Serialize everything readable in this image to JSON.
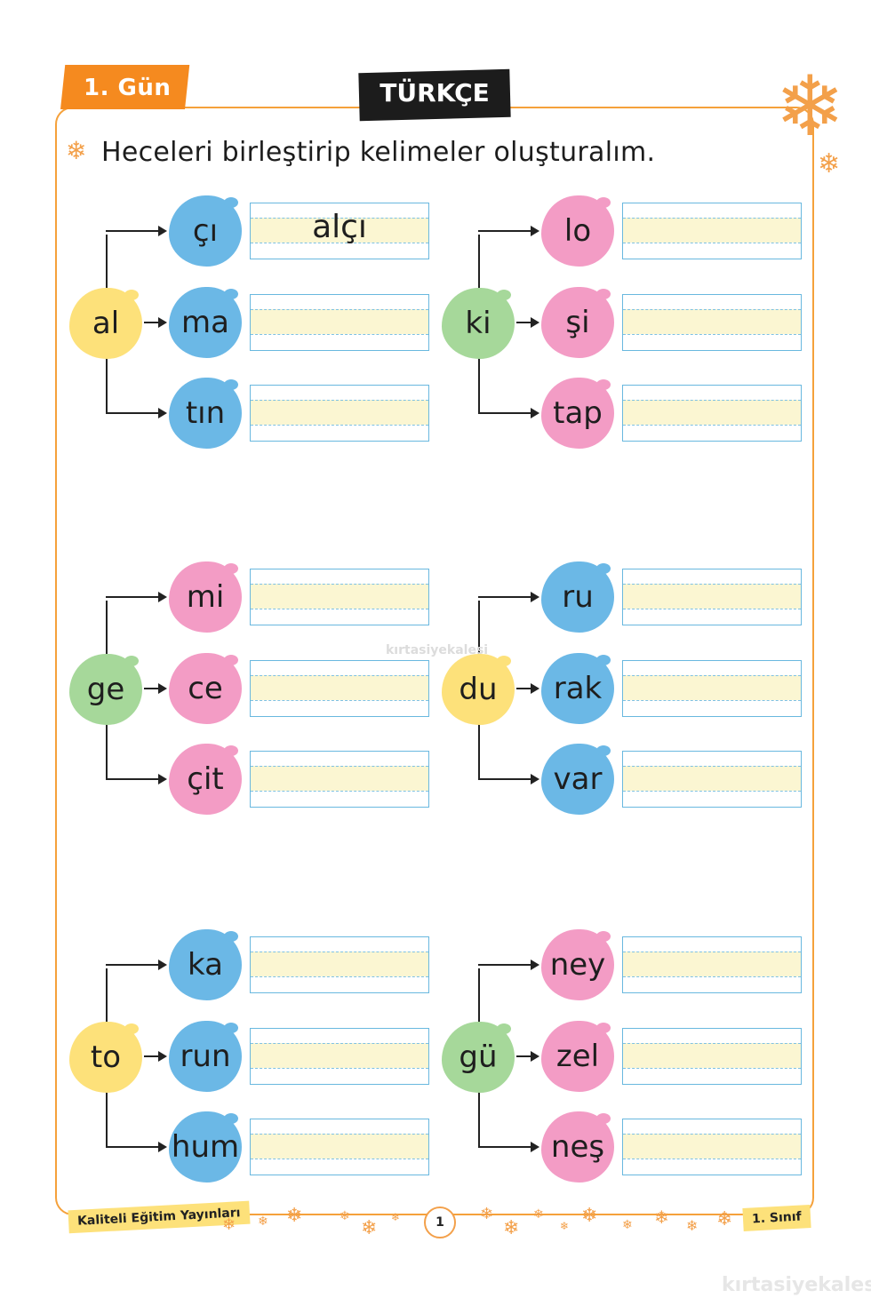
{
  "header": {
    "day_label": "1. Gün",
    "subject": "TÜRKÇE"
  },
  "instruction": "Heceleri birleştirip kelimeler oluşturalım.",
  "groups": [
    {
      "main": "al",
      "main_color": "yellow",
      "items": [
        {
          "syllable": "çı",
          "color": "blue",
          "answer": "alçı"
        },
        {
          "syllable": "ma",
          "color": "blue",
          "answer": ""
        },
        {
          "syllable": "tın",
          "color": "blue",
          "answer": ""
        }
      ]
    },
    {
      "main": "ki",
      "main_color": "green",
      "items": [
        {
          "syllable": "lo",
          "color": "pink",
          "answer": ""
        },
        {
          "syllable": "şi",
          "color": "pink",
          "answer": ""
        },
        {
          "syllable": "tap",
          "color": "pink",
          "answer": ""
        }
      ]
    },
    {
      "main": "ge",
      "main_color": "green",
      "items": [
        {
          "syllable": "mi",
          "color": "pink",
          "answer": ""
        },
        {
          "syllable": "ce",
          "color": "pink",
          "answer": ""
        },
        {
          "syllable": "çit",
          "color": "pink",
          "answer": ""
        }
      ]
    },
    {
      "main": "du",
      "main_color": "yellow",
      "items": [
        {
          "syllable": "ru",
          "color": "blue",
          "answer": ""
        },
        {
          "syllable": "rak",
          "color": "blue",
          "answer": ""
        },
        {
          "syllable": "var",
          "color": "blue",
          "answer": ""
        }
      ]
    },
    {
      "main": "to",
      "main_color": "yellow",
      "items": [
        {
          "syllable": "ka",
          "color": "blue",
          "answer": ""
        },
        {
          "syllable": "run",
          "color": "blue",
          "answer": ""
        },
        {
          "syllable": "hum",
          "color": "blue",
          "answer": ""
        }
      ]
    },
    {
      "main": "gü",
      "main_color": "green",
      "items": [
        {
          "syllable": "ney",
          "color": "pink",
          "answer": ""
        },
        {
          "syllable": "zel",
          "color": "pink",
          "answer": ""
        },
        {
          "syllable": "neş",
          "color": "pink",
          "answer": ""
        }
      ]
    }
  ],
  "watermarks": {
    "center": "kırtasiyekalesi",
    "corner": "kırtasiyekalesi"
  },
  "footer": {
    "publisher": "Kaliteli Eğitim Yayınları",
    "page_number": "1",
    "grade": "1. Sınıf"
  },
  "icons": {
    "decoration": "snowflake-icon"
  },
  "colors": {
    "accent": "#f58a1f",
    "blue": "#6bb8e6",
    "pink": "#f39cc5",
    "yellow": "#fde17a",
    "green": "#a6d89a"
  }
}
